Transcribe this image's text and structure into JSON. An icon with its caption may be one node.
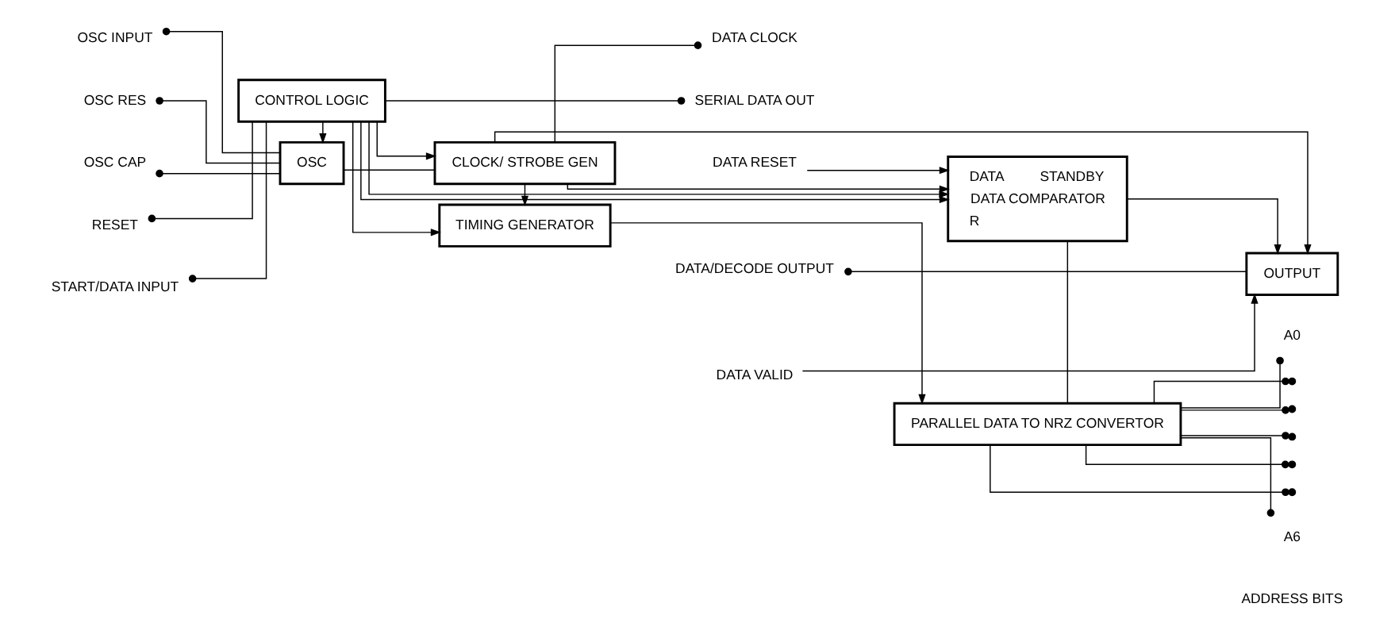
{
  "diagram": {
    "nodes": [
      {
        "text": [
          "OSC INPUT"
        ]
      },
      {
        "text": [
          "OSC RES"
        ]
      },
      {
        "text": [
          "OSC CAP"
        ]
      },
      {
        "text": [
          "OSC"
        ]
      },
      {
        "text": [
          "CLOCK/ STROBE GEN"
        ]
      },
      {
        "text": [
          "DATA VALID"
        ]
      },
      {
        "text": [
          "DATA CLOCK"
        ]
      },
      {
        "text": [
          "SERIAL DATA OUT"
        ]
      },
      {
        "text": [
          "DATA RESET"
        ]
      },
      {
        "text": [
          "RESET"
        ]
      },
      {
        "text": [
          "START/DATA INPUT"
        ]
      },
      {
        "text": [
          "CONTROL LOGIC"
        ]
      },
      {
        "text": [
          "DATA",
          "STANDBY",
          "DATA COMPARATOR",
          "R"
        ]
      },
      {
        "text": [
          "OUTPUT"
        ]
      },
      {
        "text": [
          "DATA/DECODE OUTPUT"
        ]
      },
      {
        "text": [
          "TIMING GENERATOR"
        ]
      },
      {
        "text": [
          "PARALLEL DATA TO NRZ CONVERTOR"
        ]
      },
      {
        "text": [
          "A0"
        ]
      },
      {
        "text": [],
        "shape": "circle"
      },
      {
        "text": [],
        "shape": "circle"
      },
      {
        "text": [],
        "shape": "circle"
      },
      {
        "text": [],
        "shape": "circle"
      },
      {
        "text": [],
        "shape": "circle"
      },
      {
        "text": [
          "A6"
        ]
      }
    ],
    "edges": [
      {
        "from": 0,
        "to": 3,
        "arrow": "other"
      },
      {
        "from": 1,
        "to": 3,
        "arrow": "other"
      },
      {
        "from": 2,
        "to": 3,
        "arrow": "other"
      },
      {
        "from": 3,
        "to": 4,
        "arrow": "none"
      },
      {
        "from": 11,
        "to": 3,
        "arrow": "to"
      },
      {
        "from": 11,
        "to": 4,
        "arrow": "to"
      },
      {
        "from": 9,
        "to": 11,
        "arrow": "other"
      },
      {
        "from": 10,
        "to": 11,
        "arrow": "other"
      },
      {
        "from": 4,
        "to": 13,
        "arrow": "to"
      },
      {
        "from": 5,
        "to": 13,
        "arrow": "to"
      },
      {
        "from": 4,
        "to": 6,
        "arrow": "other"
      },
      {
        "from": 4,
        "to": 12,
        "arrow": "to"
      },
      {
        "from": 4,
        "to": 15,
        "arrow": "to"
      },
      {
        "from": 11,
        "to": 7,
        "arrow": "other"
      },
      {
        "from": 11,
        "to": 12,
        "arrow": "to"
      },
      {
        "from": 8,
        "to": 12,
        "arrow": "to"
      },
      {
        "from": 11,
        "to": 12,
        "arrow": "to"
      },
      {
        "from": 12,
        "to": 13,
        "arrow": "to"
      },
      {
        "from": 13,
        "to": 14,
        "arrow": "other"
      },
      {
        "from": 12,
        "to": 16,
        "arrow": "none"
      },
      {
        "from": 11,
        "to": 15,
        "arrow": "to"
      },
      {
        "from": 15,
        "to": 16,
        "arrow": "to"
      },
      {
        "from": 16,
        "to": 17,
        "arrow": "other"
      },
      {
        "from": 16,
        "to": 18,
        "arrow": "other"
      },
      {
        "from": 16,
        "to": 19,
        "arrow": "other"
      },
      {
        "from": 16,
        "to": 20,
        "arrow": "other"
      },
      {
        "from": 16,
        "to": 21,
        "arrow": "other"
      },
      {
        "from": 16,
        "to": 22,
        "arrow": "other"
      },
      {
        "from": 16,
        "to": 23,
        "arrow": "other"
      }
    ],
    "labels": [
      "ADDRESS BITS"
    ]
  }
}
